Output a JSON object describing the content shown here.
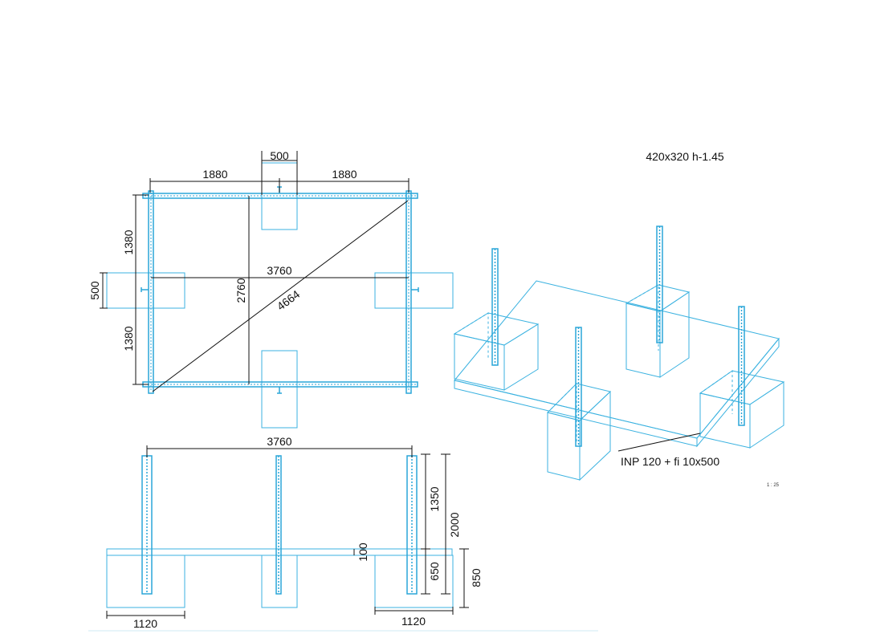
{
  "colors": {
    "steel": "#2aa6d8",
    "concrete": "#3bb2e0",
    "dimension": "#111111"
  },
  "header": {
    "footing_label": "420x320 h-1.45"
  },
  "plan": {
    "dim_pad_width": "500",
    "dim_half_left": "1880",
    "dim_half_right": "1880",
    "dim_height_top": "1380",
    "dim_pad_height": "500",
    "dim_height_bottom": "1380",
    "dim_total_width": "3760",
    "dim_total_height": "2760",
    "dim_diagonal": "4664"
  },
  "elevation": {
    "dim_total_width": "3760",
    "dim_column_above": "1350",
    "dim_column_total": "2000",
    "dim_slab": "100",
    "dim_embed": "650",
    "dim_footing_depth": "850",
    "dim_footing_left": "1120",
    "dim_footing_right": "1120"
  },
  "isometric": {
    "profile_label": "INP 120  + fi 10x500",
    "scale_label": "1 : 25"
  }
}
